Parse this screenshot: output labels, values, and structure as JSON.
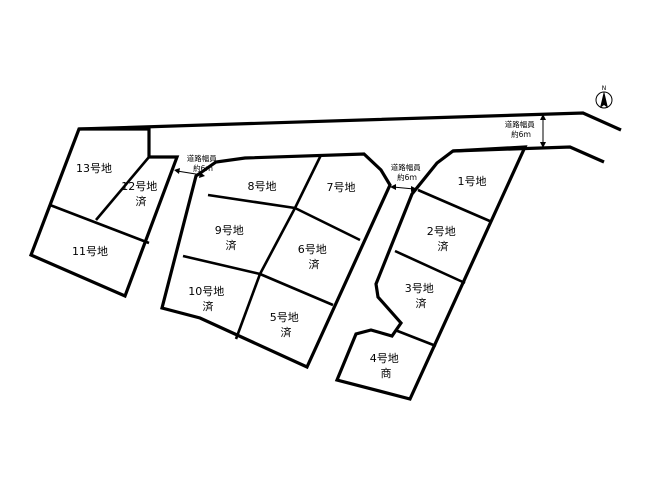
{
  "lots": [
    {
      "id": "lot-1",
      "lines": [
        "1号地"
      ]
    },
    {
      "id": "lot-2",
      "lines": [
        "2号地",
        "済"
      ]
    },
    {
      "id": "lot-3",
      "lines": [
        "3号地",
        "済"
      ]
    },
    {
      "id": "lot-4",
      "lines": [
        "4号地",
        "商"
      ]
    },
    {
      "id": "lot-5",
      "lines": [
        "5号地",
        "済"
      ]
    },
    {
      "id": "lot-6",
      "lines": [
        "6号地",
        "済"
      ]
    },
    {
      "id": "lot-7",
      "lines": [
        "7号地"
      ]
    },
    {
      "id": "lot-8",
      "lines": [
        "8号地"
      ]
    },
    {
      "id": "lot-9",
      "lines": [
        "9号地",
        "済"
      ]
    },
    {
      "id": "lot-10",
      "lines": [
        "10号地",
        "済"
      ]
    },
    {
      "id": "lot-11",
      "lines": [
        "11号地"
      ]
    },
    {
      "id": "lot-12",
      "lines": [
        "12号地",
        "済"
      ]
    },
    {
      "id": "lot-13",
      "lines": [
        "13号地"
      ]
    }
  ],
  "road_notes": [
    {
      "id": "road-width-north",
      "lines": [
        "道路幅員",
        "約6ｍ"
      ]
    },
    {
      "id": "road-width-west",
      "lines": [
        "道路幅員",
        "約6ｍ"
      ]
    },
    {
      "id": "road-width-east",
      "lines": [
        "道路幅員",
        "約6ｍ"
      ]
    }
  ],
  "compass": {
    "letter": "N",
    "icon": "north-arrow-icon"
  }
}
